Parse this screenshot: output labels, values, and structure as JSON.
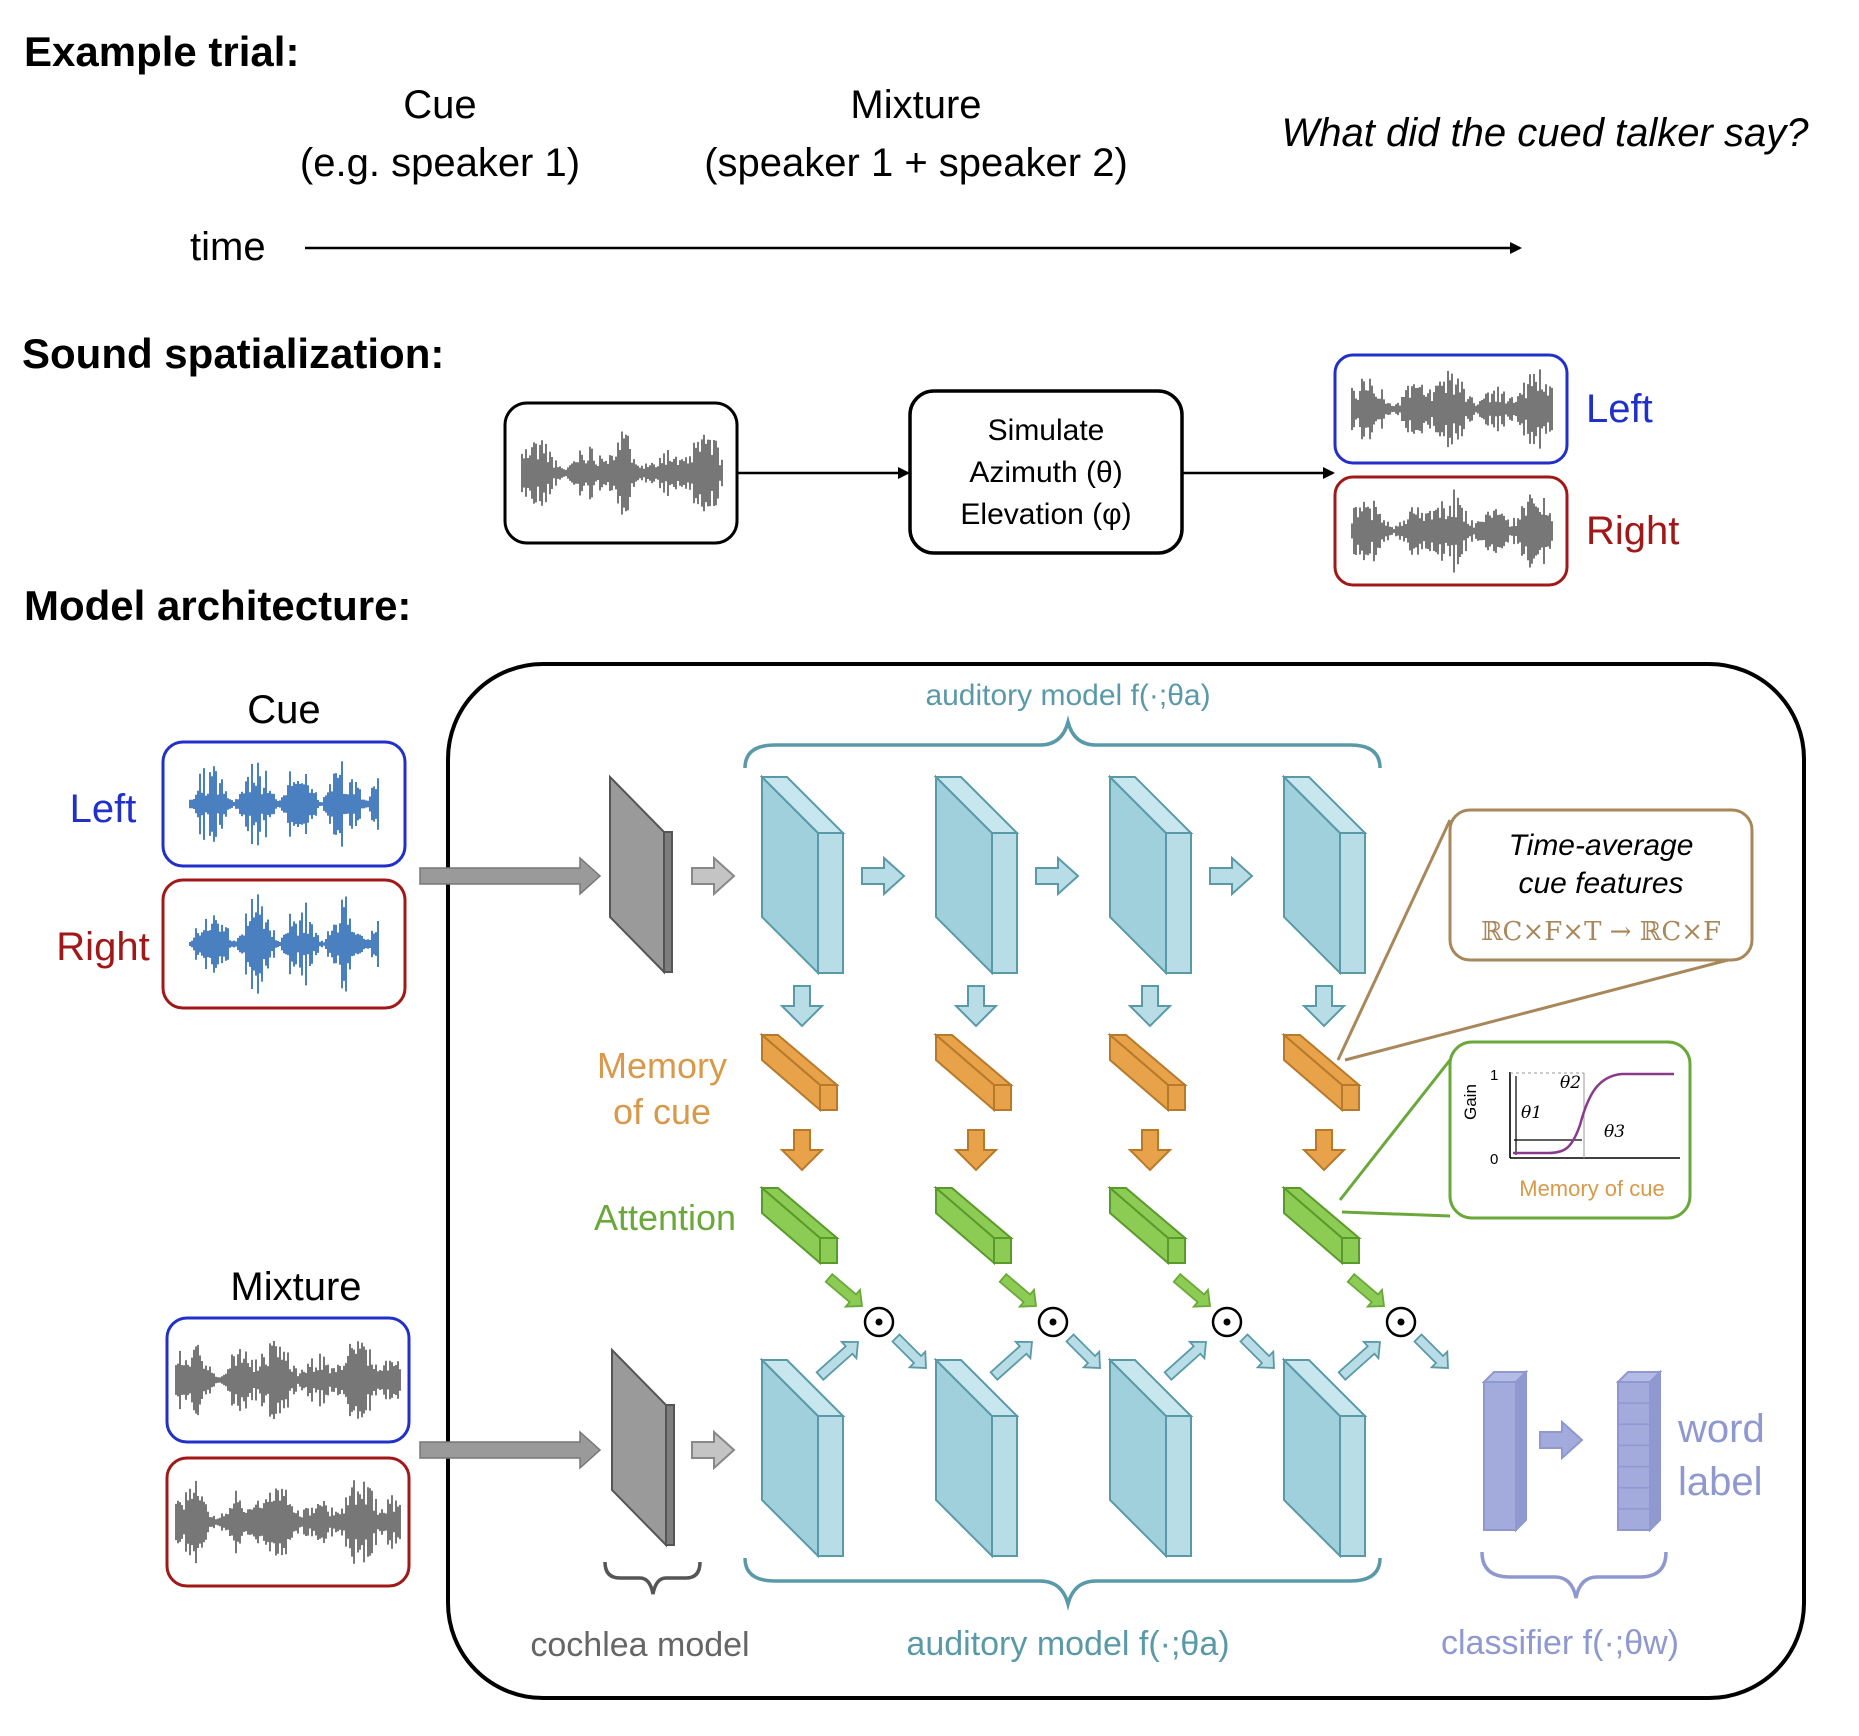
{
  "example_trial": {
    "heading": "Example trial:",
    "cue_title": "Cue",
    "cue_sub": "(e.g. speaker 1)",
    "mixture_title": "Mixture",
    "mixture_sub": "(speaker 1 + speaker 2)",
    "question": "What did the cued talker say?",
    "time_label": "time"
  },
  "spatialization": {
    "heading": "Sound spatialization:",
    "simulate_line1": "Simulate",
    "simulate_line2": "Azimuth (θ)",
    "simulate_line3": "Elevation (φ)",
    "left_label": "Left",
    "right_label": "Right"
  },
  "architecture": {
    "heading": "Model architecture:",
    "cue_label": "Cue",
    "left_label": "Left",
    "right_label": "Right",
    "mixture_label": "Mixture",
    "auditory_model_top": "auditory model f(·;θa)",
    "auditory_model_bottom": "auditory model f(·;θa)",
    "memory_line1": "Memory",
    "memory_line2": "of cue",
    "attention_label": "Attention",
    "time_avg_line1": "Time-average",
    "time_avg_line2": "cue features",
    "time_avg_formula": "ℝC×F×T → ℝC×F",
    "gain_axis": "Gain",
    "gain_tick_1": "1",
    "gain_tick_0": "0",
    "theta1": "θ1",
    "theta2": "θ2",
    "theta3": "θ3",
    "memory_axis": "Memory of cue",
    "multiply_symbol": "⊙",
    "word_line1": "word",
    "word_line2": "label",
    "cochlea_label": "cochlea model",
    "classifier_label": "classifier f(·;θw)"
  },
  "colors": {
    "blue_outline": "#2130c9",
    "red_outline": "#a11818",
    "teal": "#5a9aa8",
    "teal_fill": "#9fd0dc",
    "orange": "#e8a24a",
    "green": "#8ccc55",
    "purple": "#8f98cf",
    "wave_gray": "#777777",
    "wave_blue": "#4a7fc0"
  }
}
